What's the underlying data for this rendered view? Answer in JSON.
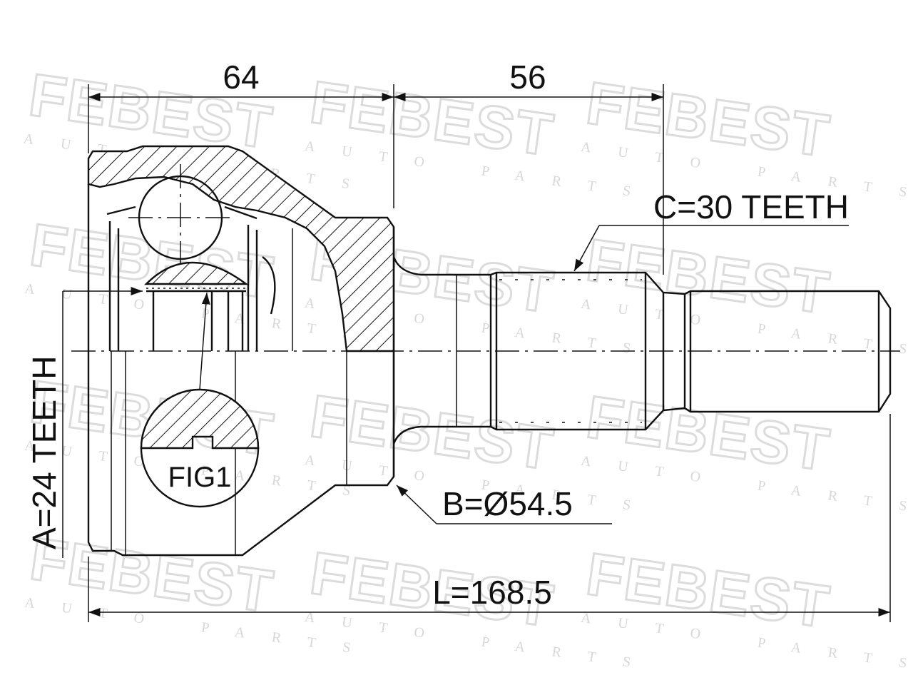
{
  "watermark": {
    "brand": "FEBEST",
    "tagline": "AUTO PARTS"
  },
  "dimensions": {
    "housing_length": "64",
    "shaft_length": "56",
    "spline_a": "A=24 TEETH",
    "seat_b": "B=Ø54.5",
    "spline_c": "C=30 TEETH",
    "total_length": "L=168.5"
  },
  "figure_label": "FIG1"
}
